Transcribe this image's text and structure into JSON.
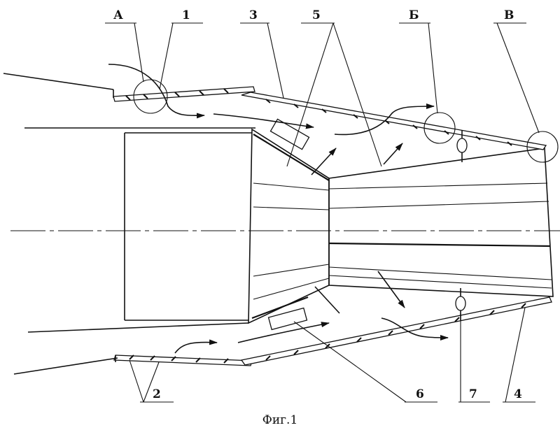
{
  "labels": {
    "A": "А",
    "n1": "1",
    "n3": "3",
    "n5": "5",
    "B": "Б",
    "V": "В",
    "n2": "2",
    "n6": "6",
    "n7": "7",
    "n4": "4"
  },
  "caption": "Фиг.1"
}
